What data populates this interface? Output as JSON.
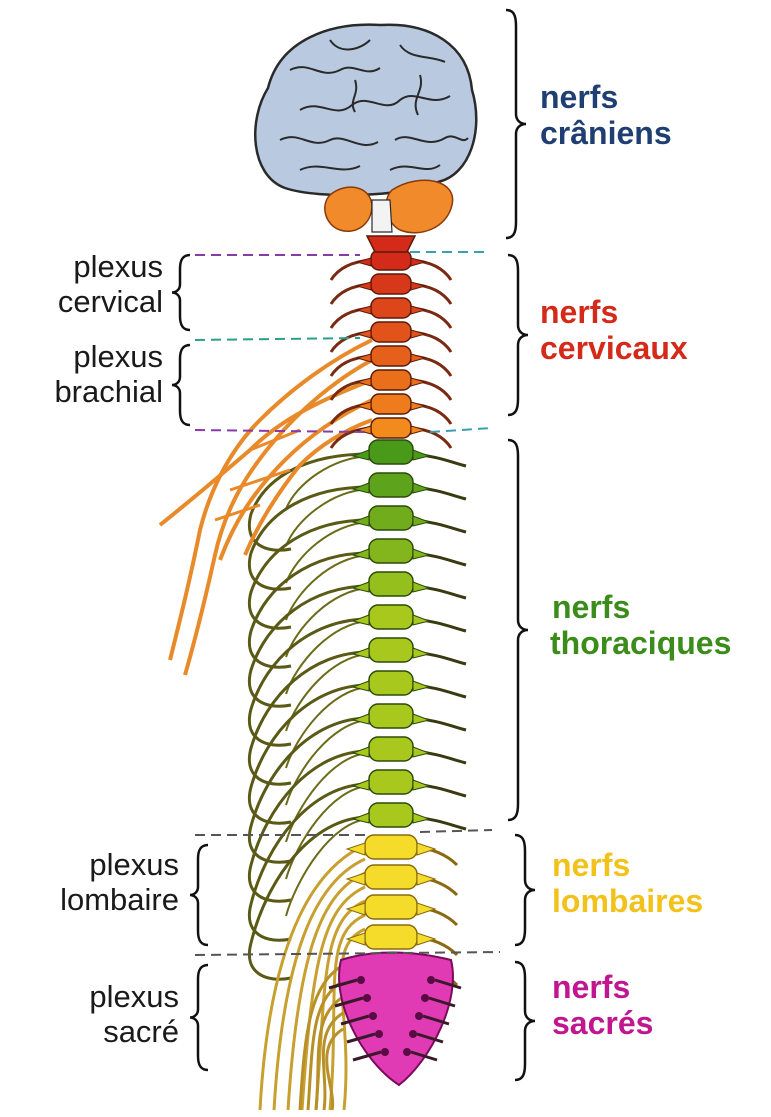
{
  "colors": {
    "cranial": "#1f3f73",
    "cervical": "#d42a1a",
    "thoracic": "#3c8c1c",
    "lumbar": "#f2c21a",
    "sacral": "#c0168f",
    "brain": "#b9c9e0",
    "cerebellum": "#f08a2a"
  },
  "labels": {
    "cranial": {
      "line1": "nerfs",
      "line2": "crâniens"
    },
    "cervical": {
      "line1": "nerfs",
      "line2": "cervicaux"
    },
    "thoracic": {
      "line1": "nerfs",
      "line2": "thoraciques"
    },
    "lumbar": {
      "line1": "nerfs",
      "line2": "lombaires"
    },
    "sacral": {
      "line1": "nerfs",
      "line2": "sacrés"
    },
    "plexus_cervical": {
      "line1": "plexus",
      "line2": "cervical"
    },
    "plexus_brachial": {
      "line1": "plexus",
      "line2": "brachial"
    },
    "plexus_lombaire": {
      "line1": "plexus",
      "line2": "lombaire"
    },
    "plexus_sacre": {
      "line1": "plexus",
      "line2": "sacré"
    }
  }
}
